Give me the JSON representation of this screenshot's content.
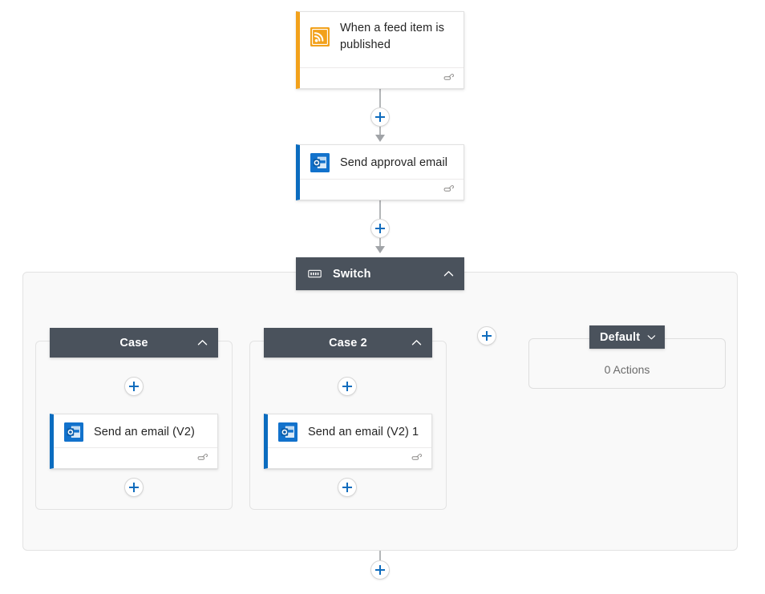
{
  "canvas": {
    "background": "#ffffff",
    "scope_background": "#f9f9f9",
    "header_background": "#4a525c",
    "accent_blue": "#0f6cbd",
    "trigger_accent": "#f2a11b",
    "action_accent": "#0b6cbf",
    "connector_color": "#a0a3a7"
  },
  "trigger": {
    "title": "When a feed item is published",
    "icon": "rss-icon",
    "footer_icon": "connection-icon"
  },
  "approval_action": {
    "title": "Send approval email",
    "icon": "outlook-icon",
    "footer_icon": "connection-icon"
  },
  "switch": {
    "title": "Switch",
    "icon": "switch-icon",
    "collapse_icon": "chevron-up-icon"
  },
  "branches": [
    {
      "label": "Case",
      "collapse_icon": "chevron-up-icon",
      "action": {
        "title": "Send an email (V2)",
        "icon": "outlook-icon",
        "footer_icon": "connection-icon"
      }
    },
    {
      "label": "Case 2",
      "collapse_icon": "chevron-up-icon",
      "action": {
        "title": "Send an email (V2) 1",
        "icon": "outlook-icon",
        "footer_icon": "connection-icon"
      }
    }
  ],
  "default_branch": {
    "label": "Default",
    "collapse_icon": "chevron-down-icon",
    "empty_text": "0 Actions"
  },
  "add_buttons": {
    "after_trigger": "+",
    "after_approval": "+",
    "case1_top": "+",
    "case1_bottom": "+",
    "case2_top": "+",
    "case2_bottom": "+",
    "add_case": "+",
    "after_switch": "+"
  }
}
